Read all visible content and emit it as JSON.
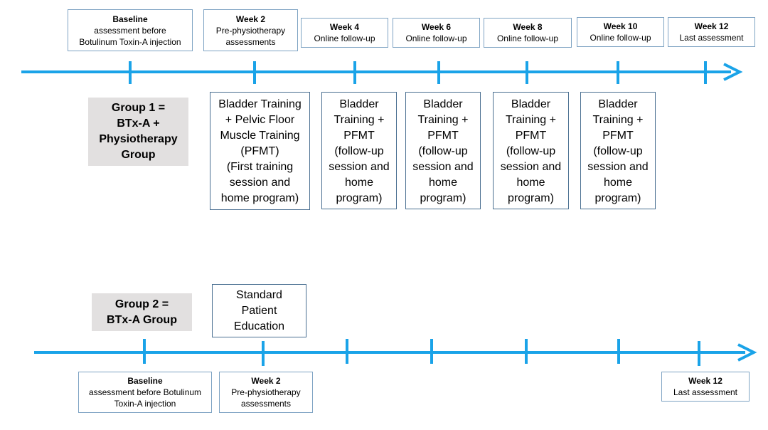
{
  "accent_color": "#1aa3e8",
  "group1": {
    "title": "Group 1 =\nBTx-A +\nPhysiotherapy\nGroup",
    "timepoints": [
      {
        "week": "Baseline",
        "desc": "assessment before\nBotulinum Toxin-A injection"
      },
      {
        "week": "Week 2",
        "desc": "Pre-physiotherapy\nassessments"
      },
      {
        "week": "Week 4",
        "desc": "Online follow-up"
      },
      {
        "week": "Week 6",
        "desc": "Online follow-up"
      },
      {
        "week": "Week 8",
        "desc": "Online follow-up"
      },
      {
        "week": "Week 10",
        "desc": "Online follow-up"
      },
      {
        "week": "Week 12",
        "desc": "Last assessment"
      }
    ],
    "activities": [
      "Bladder Training\n+ Pelvic Floor\nMuscle Training\n(PFMT)\n(First training\nsession and\nhome program)",
      "Bladder\nTraining +\nPFMT\n(follow-up\nsession and\nhome\nprogram)",
      "Bladder\nTraining +\nPFMT\n(follow-up\nsession and\nhome\nprogram)",
      "Bladder\nTraining +\nPFMT\n(follow-up\nsession and\nhome\nprogram)",
      "Bladder\nTraining +\nPFMT\n(follow-up\nsession and\nhome\nprogram)"
    ]
  },
  "group2": {
    "title": "Group 2 =\nBTx-A Group",
    "activity": "Standard\nPatient\nEducation",
    "timepoints": [
      {
        "week": "Baseline",
        "desc": "assessment before Botulinum\nToxin-A injection"
      },
      {
        "week": "Week 2",
        "desc": "Pre-physiotherapy\nassessments"
      },
      {
        "week": "Week 12",
        "desc": "Last assessment"
      }
    ]
  }
}
